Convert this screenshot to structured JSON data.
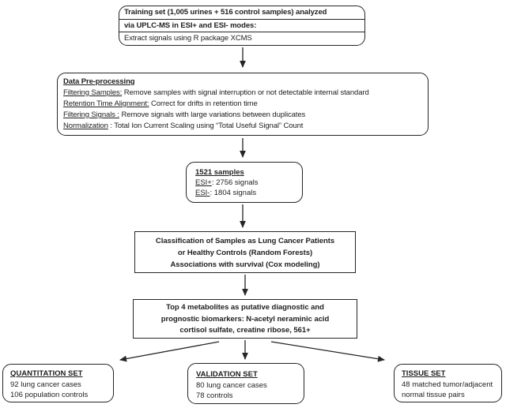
{
  "figure": {
    "training_box": {
      "line1": "Training set (1,005 urines + 516 control samples) analyzed",
      "line2": "via UPLC-MS in ESI+ and ESI- modes:",
      "line3": "Extract signals using R package XCMS"
    },
    "preprocessing_box": {
      "title": "Data Pre-processing",
      "items": [
        {
          "label": "Filtering Samples:",
          "text": " Remove samples with signal interruption or not detectable internal standard"
        },
        {
          "label": "Retention Time Alignment:",
          "text": " Correct for drifts in retention time"
        },
        {
          "label": "Filtering Signals :",
          "text": " Remove signals with large variations between duplicates"
        },
        {
          "label": "Normalization",
          "text": " : Total Ion Current Scaling using “Total Useful Signal” Count"
        }
      ]
    },
    "samples_box": {
      "title": "1521 samples",
      "items": [
        {
          "label": "ESI+",
          "text": ": 2756 signals"
        },
        {
          "label": "ESI-",
          "text": ": 1804 signals"
        }
      ]
    },
    "classification_box": {
      "lines": [
        "Classification of Samples as Lung Cancer Patients",
        "or Healthy Controls (Random Forests)",
        "Associations with survival (Cox modeling)"
      ]
    },
    "metabolites_box": {
      "lines": [
        "Top 4 metabolites as putative diagnostic and",
        "prognostic biomarkers: N-acetyl neraminic acid",
        "cortisol sulfate, creatine ribose, 561+"
      ]
    },
    "quantitation_box": {
      "title": "QUANTITATION SET",
      "lines": [
        "92 lung cancer cases",
        "106 population controls"
      ]
    },
    "validation_box": {
      "title": "VALIDATION SET",
      "lines": [
        "80 lung cancer cases",
        "78 controls"
      ]
    },
    "tissue_box": {
      "title": "TISSUE SET",
      "lines": [
        "48 matched tumor/adjacent",
        "normal tissue pairs"
      ]
    },
    "colors": {
      "ink": "#252525",
      "background": "#ffffff"
    }
  }
}
